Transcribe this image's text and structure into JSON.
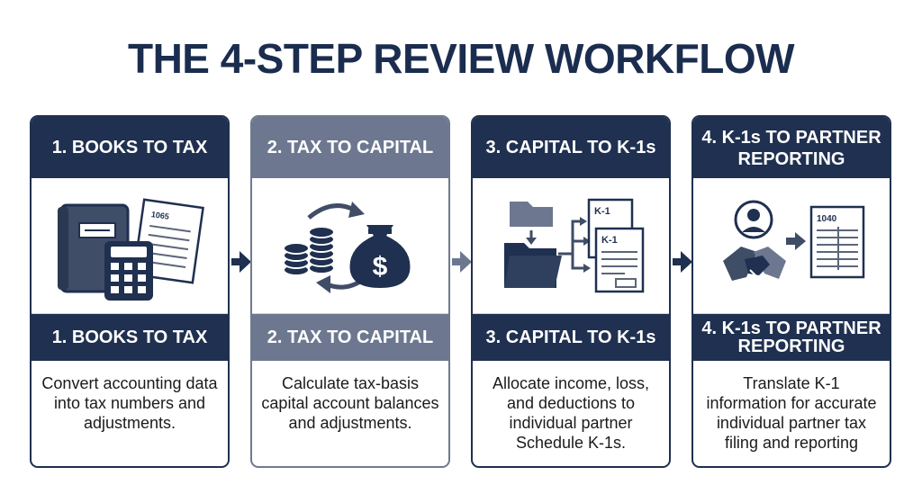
{
  "title": "THE 4-STEP REVIEW WORKFLOW",
  "steps": [
    {
      "header": "1. BOOKS TO TAX",
      "band": "1. BOOKS TO TAX",
      "description": "Convert accounting data into tax numbers and adjustments.",
      "icons": [
        "ledger-book-icon",
        "calculator-icon",
        "tax-form-icon"
      ],
      "form_label": "1065"
    },
    {
      "header": "2. TAX TO CAPITAL",
      "band": "2. TAX TO CAPITAL",
      "description": "Calculate tax-basis capital account balances and adjustments.",
      "icons": [
        "coin-stack-icon",
        "money-bag-icon",
        "cycle-arrows-icon"
      ],
      "bag_symbol": "$"
    },
    {
      "header": "3. CAPITAL TO K-1s",
      "band": "3. CAPITAL TO K-1s",
      "description": "Allocate income, loss, and deductions to individual partner Schedule K-1s.",
      "icons": [
        "folder-icon",
        "split-arrows-icon",
        "k1-document-icon"
      ],
      "doc_label_1": "K-1",
      "doc_label_2": "K-1"
    },
    {
      "header": "4. K-1s TO PARTNER REPORTING",
      "band": "4. K-1s TO PARTNER REPORTING",
      "description": "Translate K-1 information for accurate individual partner tax filing and reporting",
      "icons": [
        "person-icon",
        "handshake-icon",
        "arrow-right-icon",
        "tax-form-1040-icon"
      ],
      "form_label": "1040"
    }
  ],
  "colors": {
    "navy": "#1f3050",
    "slate": "#6d7890",
    "title": "#1b2d4f"
  }
}
